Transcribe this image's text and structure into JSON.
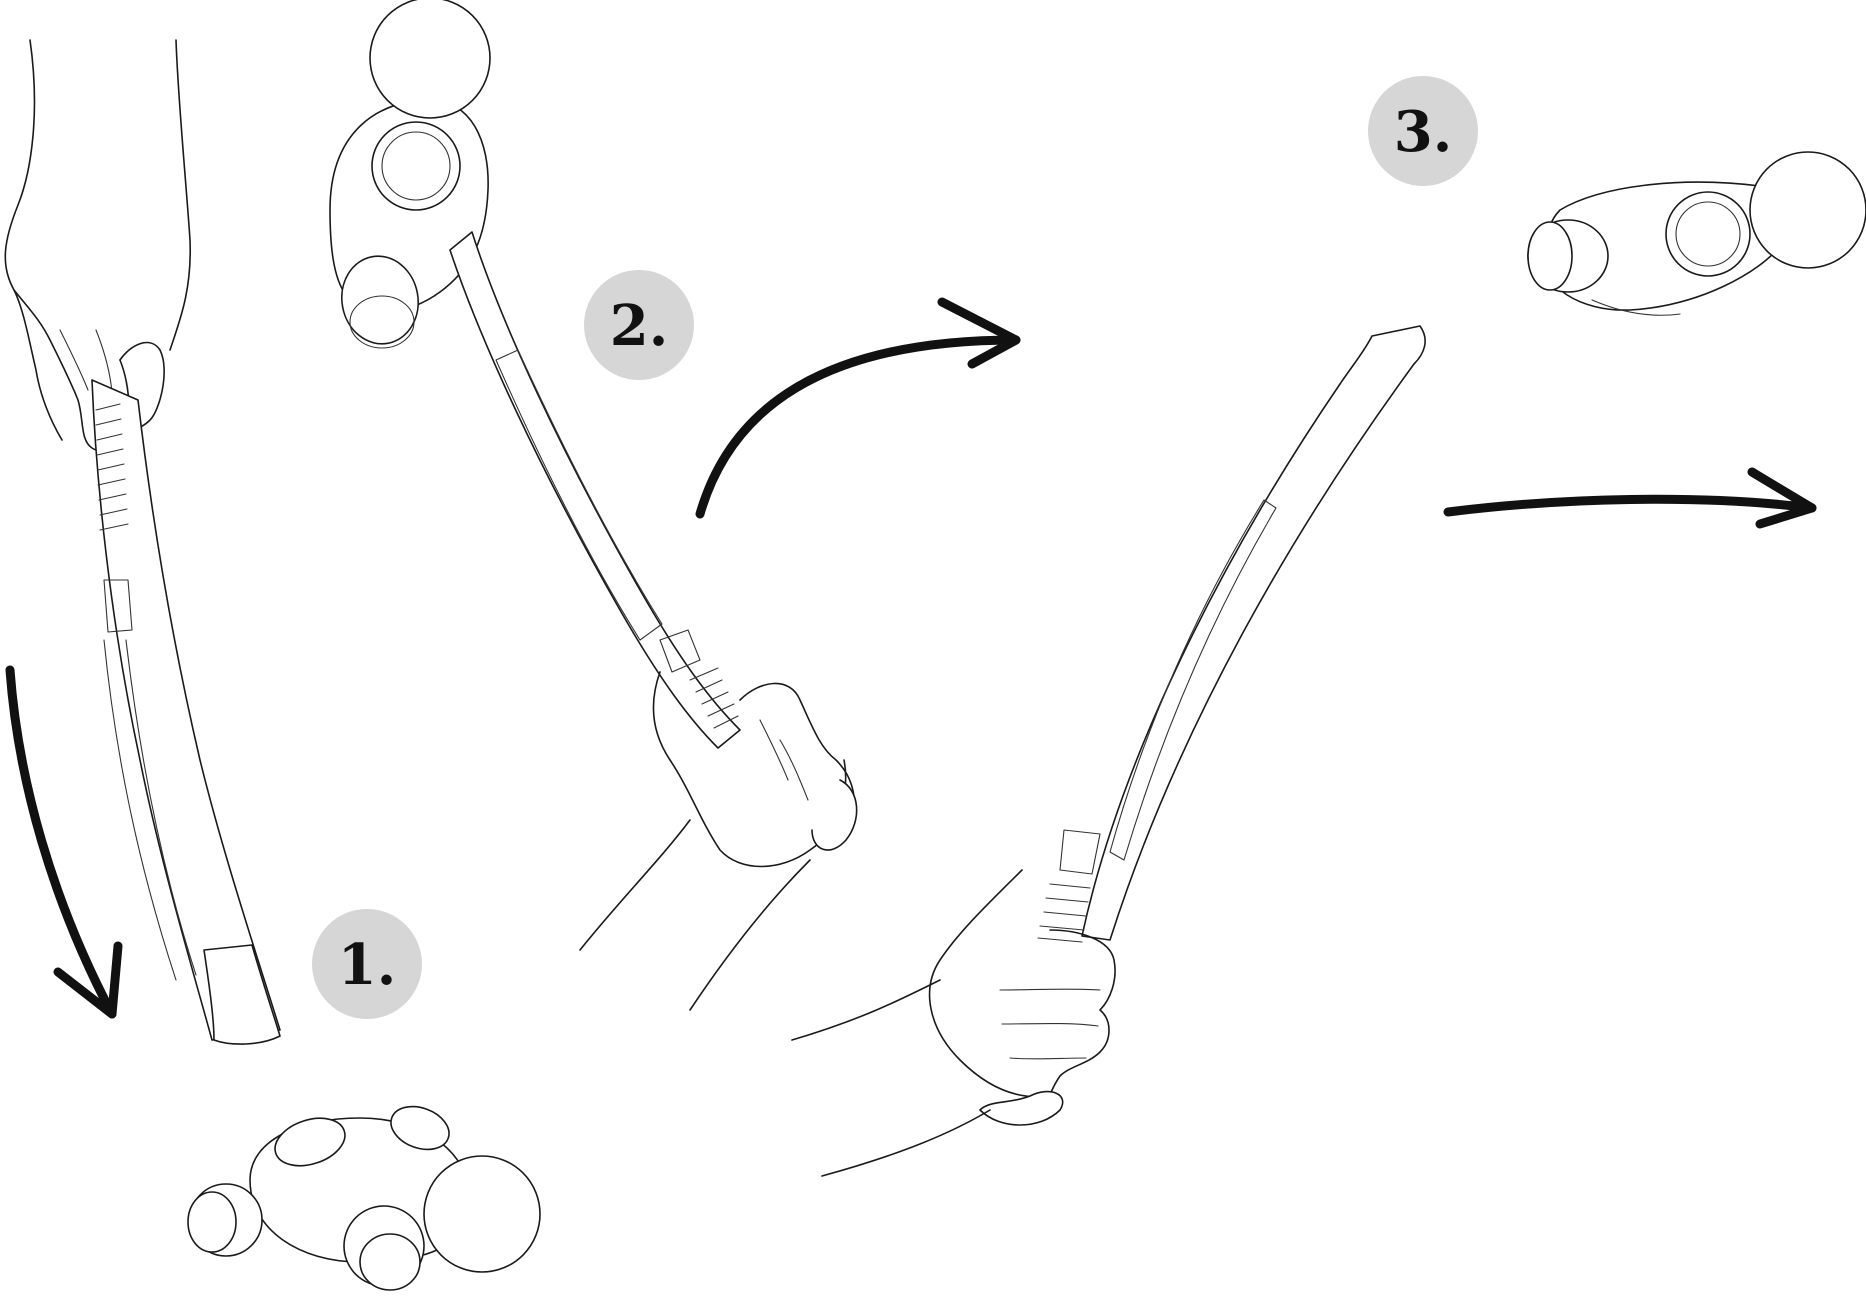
{
  "steps": [
    {
      "label": "1."
    },
    {
      "label": "2."
    },
    {
      "label": "3."
    }
  ],
  "colors": {
    "badge_fill": "#d6d6d6",
    "line": "#1a1a1a",
    "arrow": "#111111",
    "background": "#ffffff"
  },
  "icons": {
    "arrow_down": "curved-arrow-down-icon",
    "arrow_up_right": "curved-arrow-right-icon",
    "arrow_right": "straight-arrow-right-icon"
  }
}
